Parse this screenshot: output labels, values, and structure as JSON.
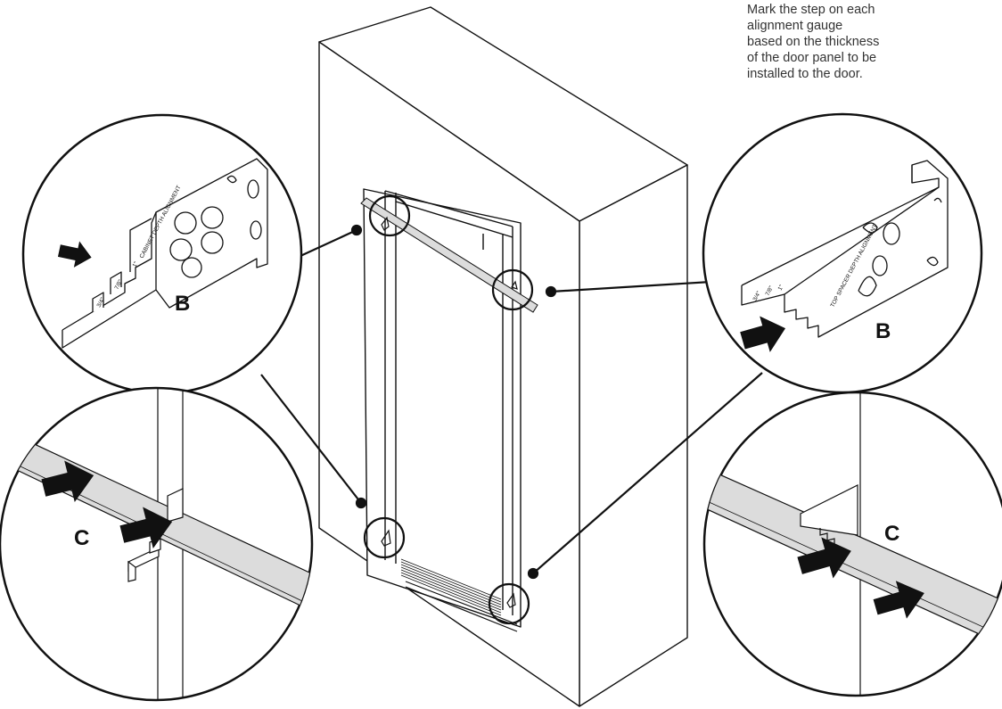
{
  "instruction": {
    "lines": [
      "Mark the step on each",
      "alignment gauge",
      "based on the thickness",
      "of the door panel to be",
      "installed to the door."
    ]
  },
  "callouts": {
    "top_left": "B",
    "top_right": "B",
    "bottom_left": "C",
    "bottom_right": "C"
  },
  "gauge_text": {
    "left_title": "CABINET DEPTH ALIGNMENT",
    "right_title": "TOP SPACER DEPTH ALIGNMENT",
    "step_1": "3/4\"",
    "step_2": "7/8\"",
    "step_3": "1\""
  },
  "colors": {
    "line": "#111111",
    "strip_fill": "#dcdcdc",
    "background": "#ffffff",
    "text": "#333333"
  }
}
